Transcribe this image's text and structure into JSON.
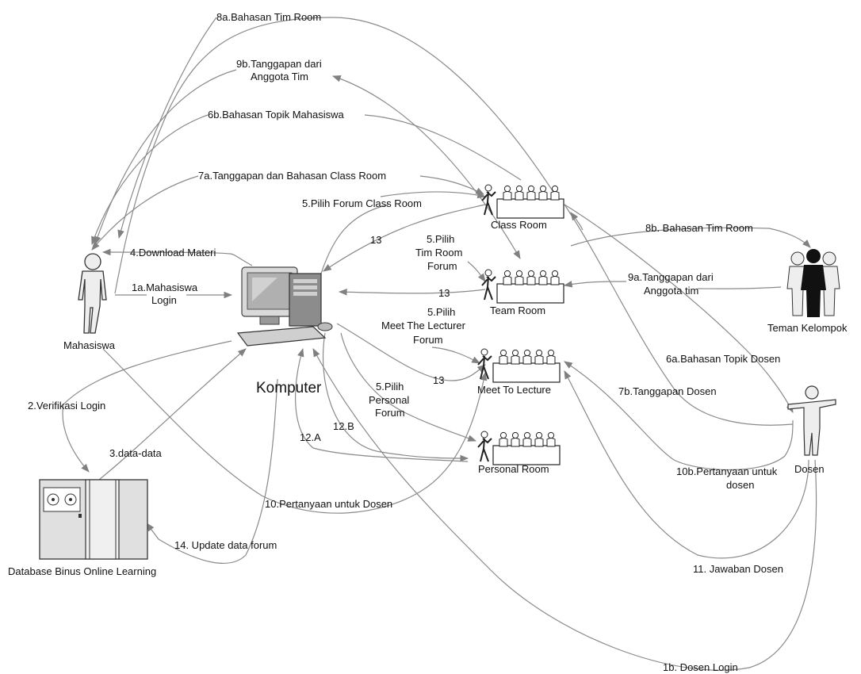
{
  "nodes": {
    "mahasiswa": "Mahasiswa",
    "komputer": "Komputer",
    "database": "Database Binus Online Learning",
    "class_room": "Class Room",
    "team_room": "Team  Room",
    "meet_lecture": "Meet To Lecture",
    "personal_room": "Personal  Room",
    "teman": "Teman Kelompok",
    "dosen": "Dosen"
  },
  "edges": {
    "e8a": "8a.Bahasan Tim Room",
    "e9b_1": "9b.Tanggapan dari",
    "e9b_2": "Anggota Tim",
    "e6b": "6b.Bahasan Topik Mahasiswa",
    "e7a": "7a.Tanggapan dan Bahasan Class Room",
    "e5_class": "5.Pilih Forum Class Room",
    "e4": "4.Download Materi",
    "e1a_1": "1a.Mahasiswa",
    "e1a_2": "Login",
    "e13_a": "13",
    "e5_tim_1": "5.Pilih",
    "e5_tim_2": "Tim Room",
    "e5_tim_3": "Forum",
    "e13_b": "13",
    "e5_meet_1": "5.Pilih",
    "e5_meet_2": "Meet The Lecturer",
    "e5_meet_3": "Forum",
    "e13_c": "13",
    "e5_pers_1": "5.Pilih",
    "e5_pers_2": "Personal",
    "e5_pers_3": "Forum",
    "e12b": "12.B",
    "e12a": "12.A",
    "e2": "2.Verifikasi Login",
    "e3": "3.data-data",
    "e10": "10.Pertanyaan untuk Dosen",
    "e14": "14. Update data forum",
    "e8b": "8b. Bahasan Tim Room",
    "e9a_1": "9a.Tanggapan dari",
    "e9a_2": "Anggota tim",
    "e6a": "6a.Bahasan Topik Dosen",
    "e7b": "7b.Tanggapan Dosen",
    "e10b_1": "10b.Pertanyaan untuk",
    "e10b_2": "dosen",
    "e11": "11. Jawaban Dosen",
    "e1b": "1b. Dosen Login"
  }
}
